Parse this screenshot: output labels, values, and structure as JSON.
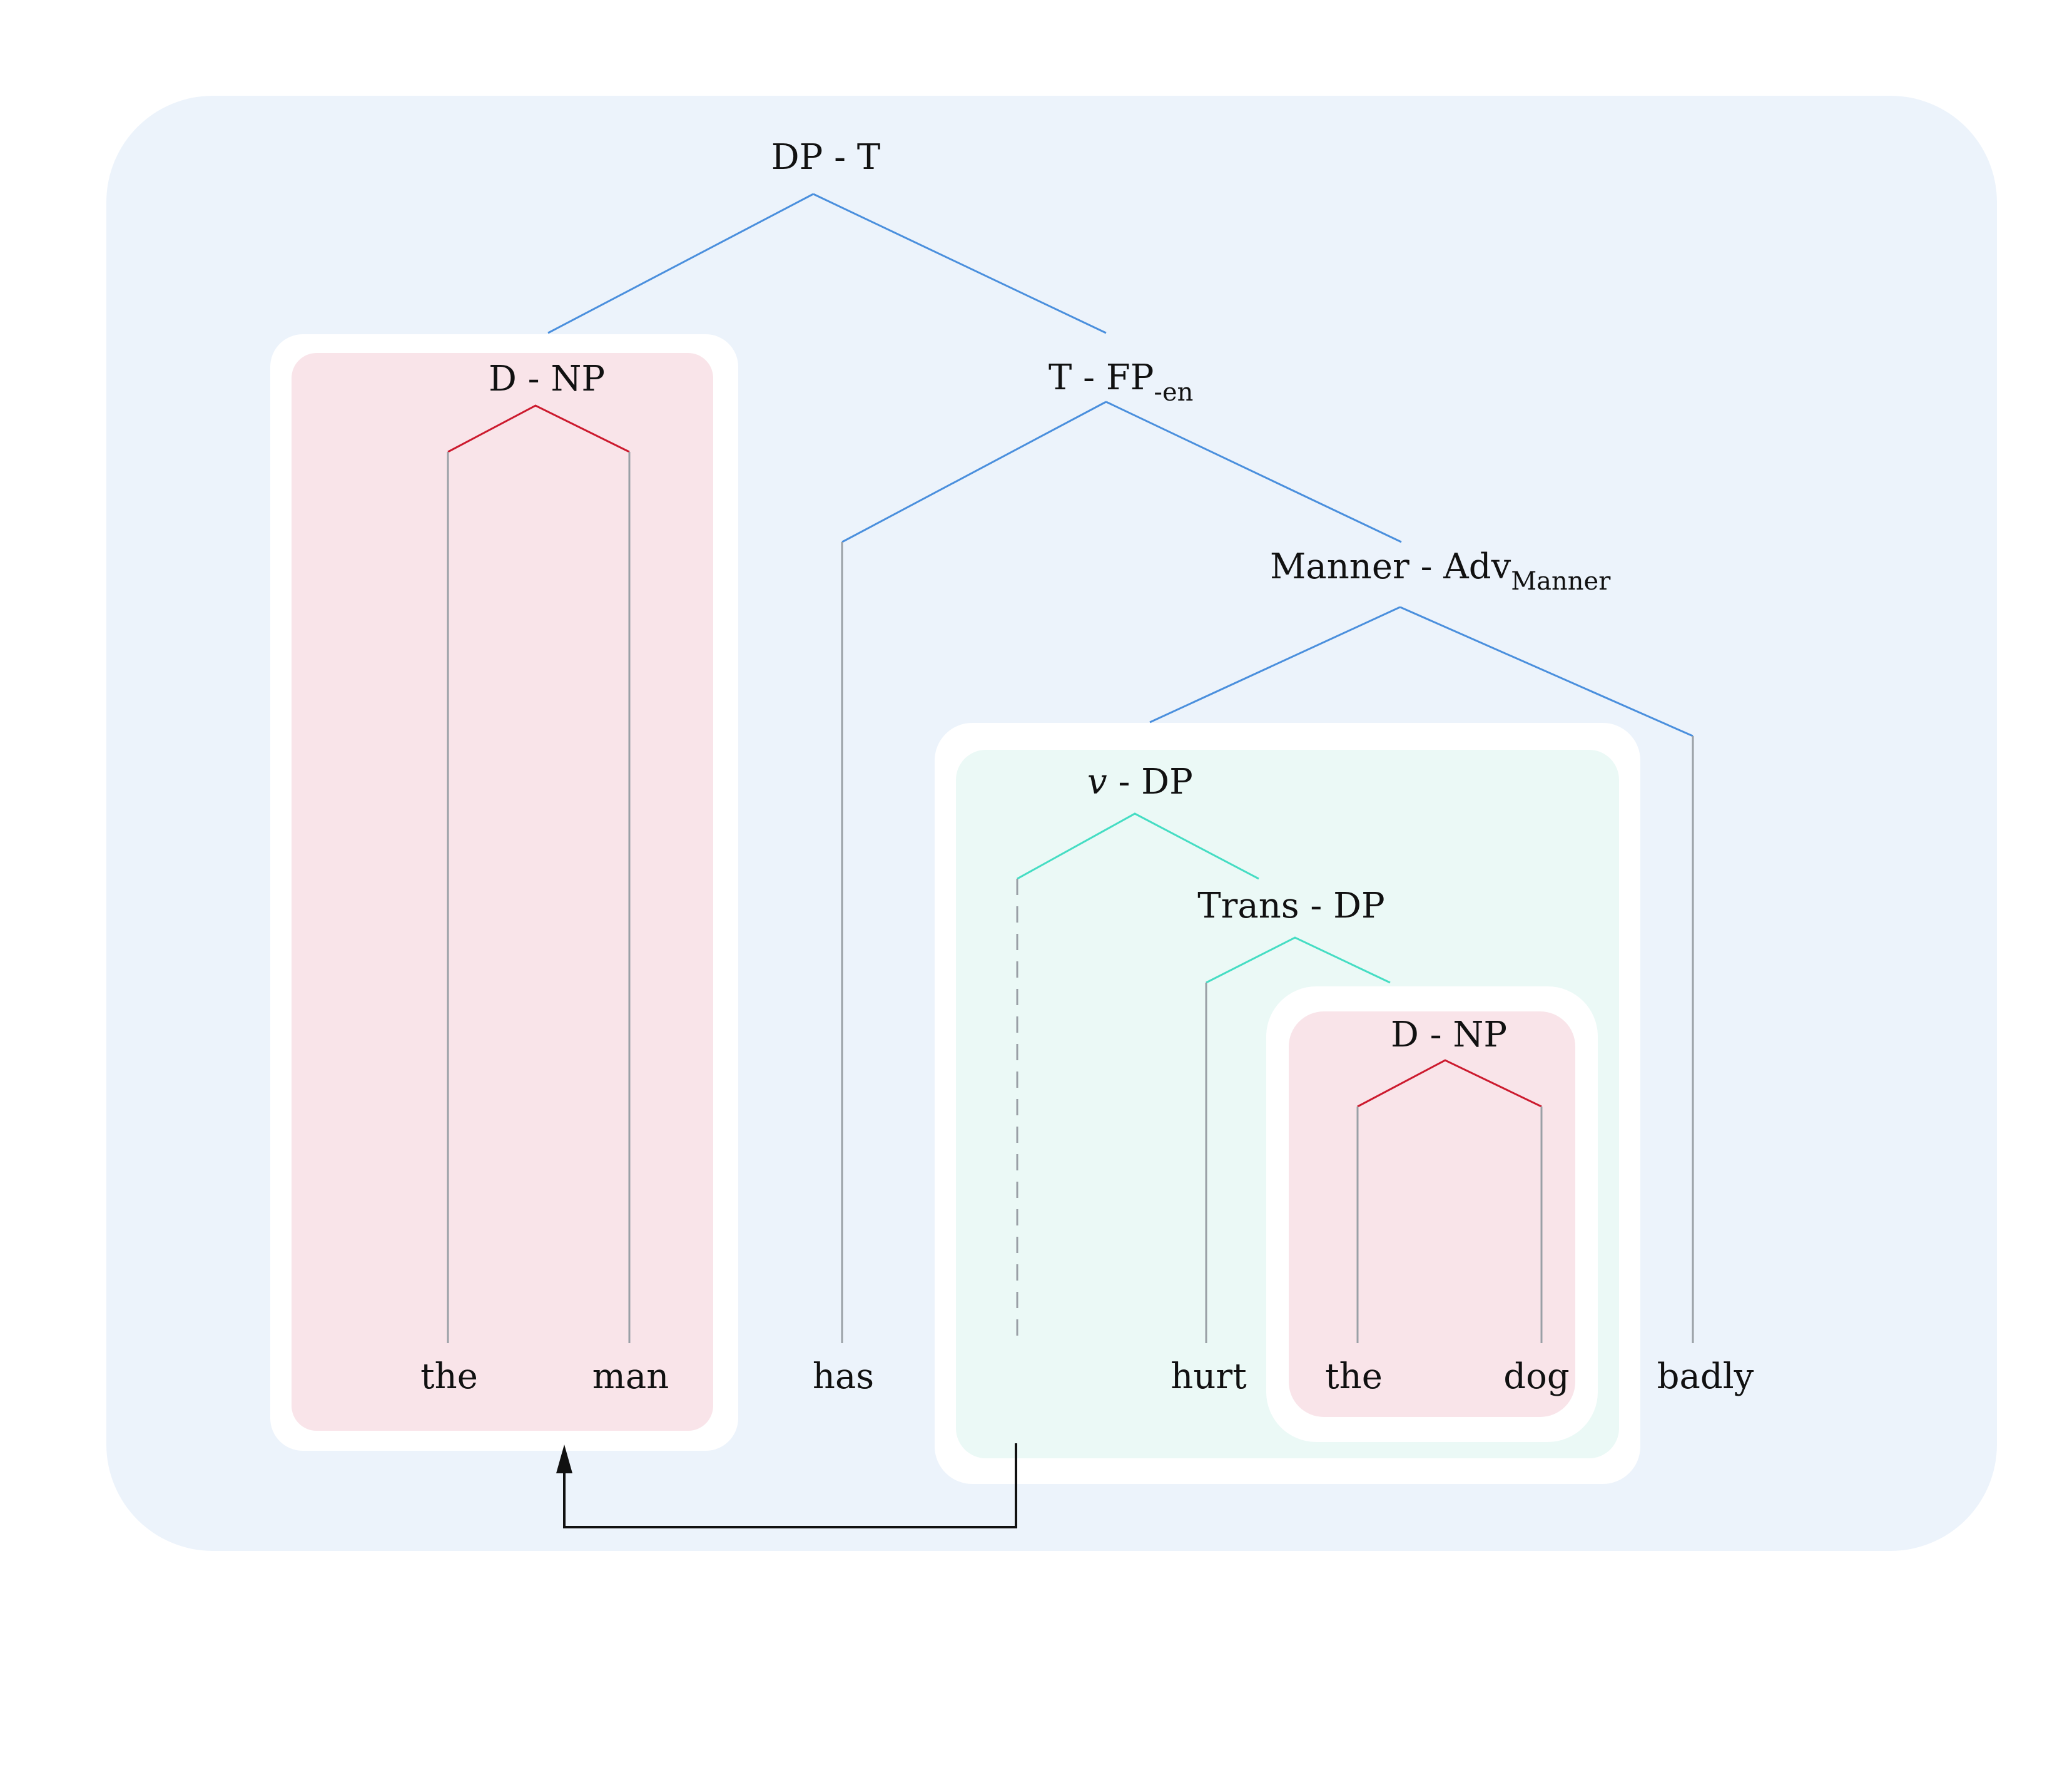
{
  "colors": {
    "outer_panel": "#ECF3FB",
    "dnp_box": "#F9E4E9",
    "vdp_box": "#EBF9F6",
    "blue_branch": "#4A8FDD",
    "red_branch": "#CC1A2E",
    "cyan_branch": "#45DDC3",
    "grey_line": "#9AA0A6",
    "arrow": "#111111"
  },
  "labels": {
    "root": "DP - T",
    "dnp_main": "D - NP",
    "tfp_main": "T - FP",
    "tfp_sub": "-en",
    "manner_main": "Manner - Adv",
    "manner_sub": "Manner",
    "vdp_v": "v",
    "vdp_rest": " - DP",
    "trans": "Trans - DP",
    "dnp_inner": "D - NP"
  },
  "words": {
    "the1": "the",
    "man": "man",
    "has": "has",
    "hurt": "hurt",
    "the2": "the",
    "dog": "dog",
    "badly": "badly"
  }
}
